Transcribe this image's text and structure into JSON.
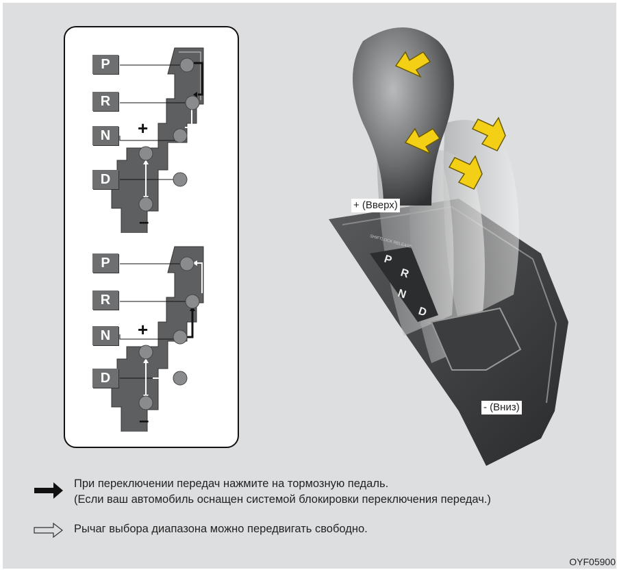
{
  "gates": [
    {
      "labels": [
        "P",
        "R",
        "N",
        "D"
      ],
      "plus": "+",
      "minus": "–"
    },
    {
      "labels": [
        "P",
        "R",
        "N",
        "D"
      ],
      "plus": "+",
      "minus": "–"
    }
  ],
  "callouts": {
    "up": "+ (Вверх)",
    "down": "- (Вниз)"
  },
  "console_text": {
    "release": "SHIFTLOCK RELEASE",
    "p": "P",
    "r": "R",
    "n": "N",
    "d": "D"
  },
  "legend": [
    {
      "icon": "solid-arrow-icon",
      "line1": "При переключении передач нажмите на тормозную педаль.",
      "line2": "(Если ваш автомобиль оснащен системой блокировки переключения передач.)"
    },
    {
      "icon": "hollow-arrow-icon",
      "line1": "Рычаг выбора диапазона можно передвигать свободно."
    }
  ],
  "figure_code": "OYF05900",
  "colors": {
    "panel": "#dcdee0",
    "label": "#6d6f71",
    "arrow_yellow": "#f3d016"
  }
}
